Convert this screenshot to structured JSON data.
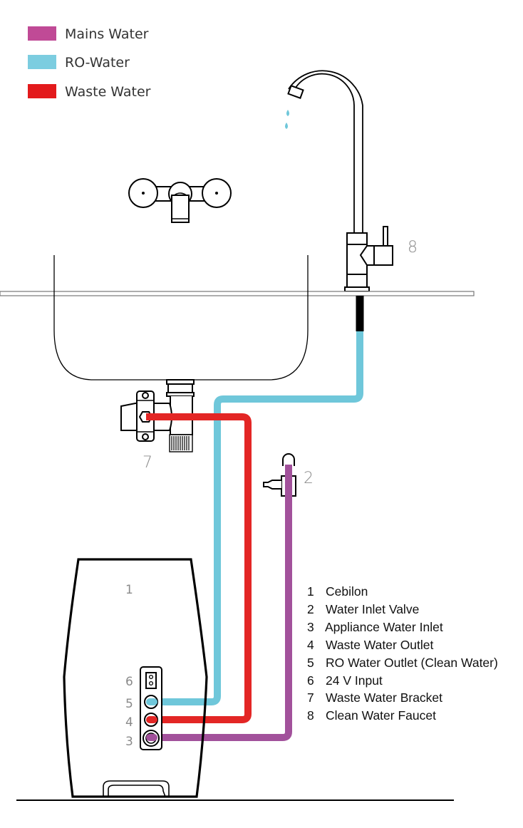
{
  "legend": [
    {
      "label": "Mains Water",
      "color": "#c04a96"
    },
    {
      "label": "RO-Water",
      "color": "#7ccde0"
    },
    {
      "label": "Waste Water",
      "color": "#e31a1c"
    }
  ],
  "pipe_colors": {
    "mains": "#a2519b",
    "ro": "#6fc7da",
    "waste": "#e32625"
  },
  "callouts": {
    "n1": "1",
    "n2": "2",
    "n3": "3",
    "n4": "4",
    "n5": "5",
    "n6": "6",
    "n7": "7",
    "n8": "8"
  },
  "key": [
    {
      "num": "1",
      "label": "Cebilon"
    },
    {
      "num": "2",
      "label": "Water Inlet Valve"
    },
    {
      "num": "3",
      "label": "Appliance Water Inlet"
    },
    {
      "num": "4",
      "label": "Waste Water Outlet"
    },
    {
      "num": "5",
      "label": "RO Water Outlet (Clean Water)"
    },
    {
      "num": "6",
      "label": "24 V Input"
    },
    {
      "num": "7",
      "label": "Waste Water Bracket"
    },
    {
      "num": "8",
      "label": "Clean Water Faucet"
    }
  ]
}
